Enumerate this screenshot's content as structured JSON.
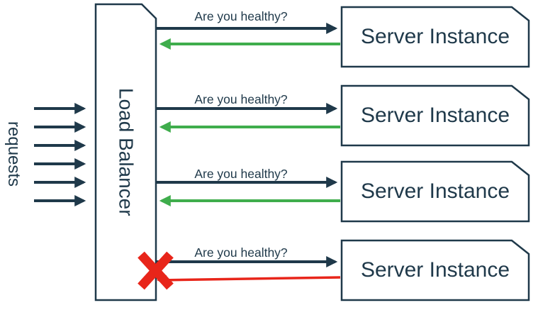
{
  "diagram": {
    "requests_label": "requests",
    "load_balancer_label": "Load Balancer",
    "request_arrow_count": 6,
    "rows": [
      {
        "question": "Are you healthy?",
        "server_label": "Server Instance",
        "response_status": "healthy"
      },
      {
        "question": "Are you healthy?",
        "server_label": "Server Instance",
        "response_status": "healthy"
      },
      {
        "question": "Are you healthy?",
        "server_label": "Server Instance",
        "response_status": "healthy"
      },
      {
        "question": "Are you healthy?",
        "server_label": "Server Instance",
        "response_status": "failed"
      }
    ],
    "colors": {
      "dark_navy": "#1f394a",
      "healthy_green": "#3fad4c",
      "failure_red": "#e8251a",
      "background": "#ffffff"
    }
  }
}
